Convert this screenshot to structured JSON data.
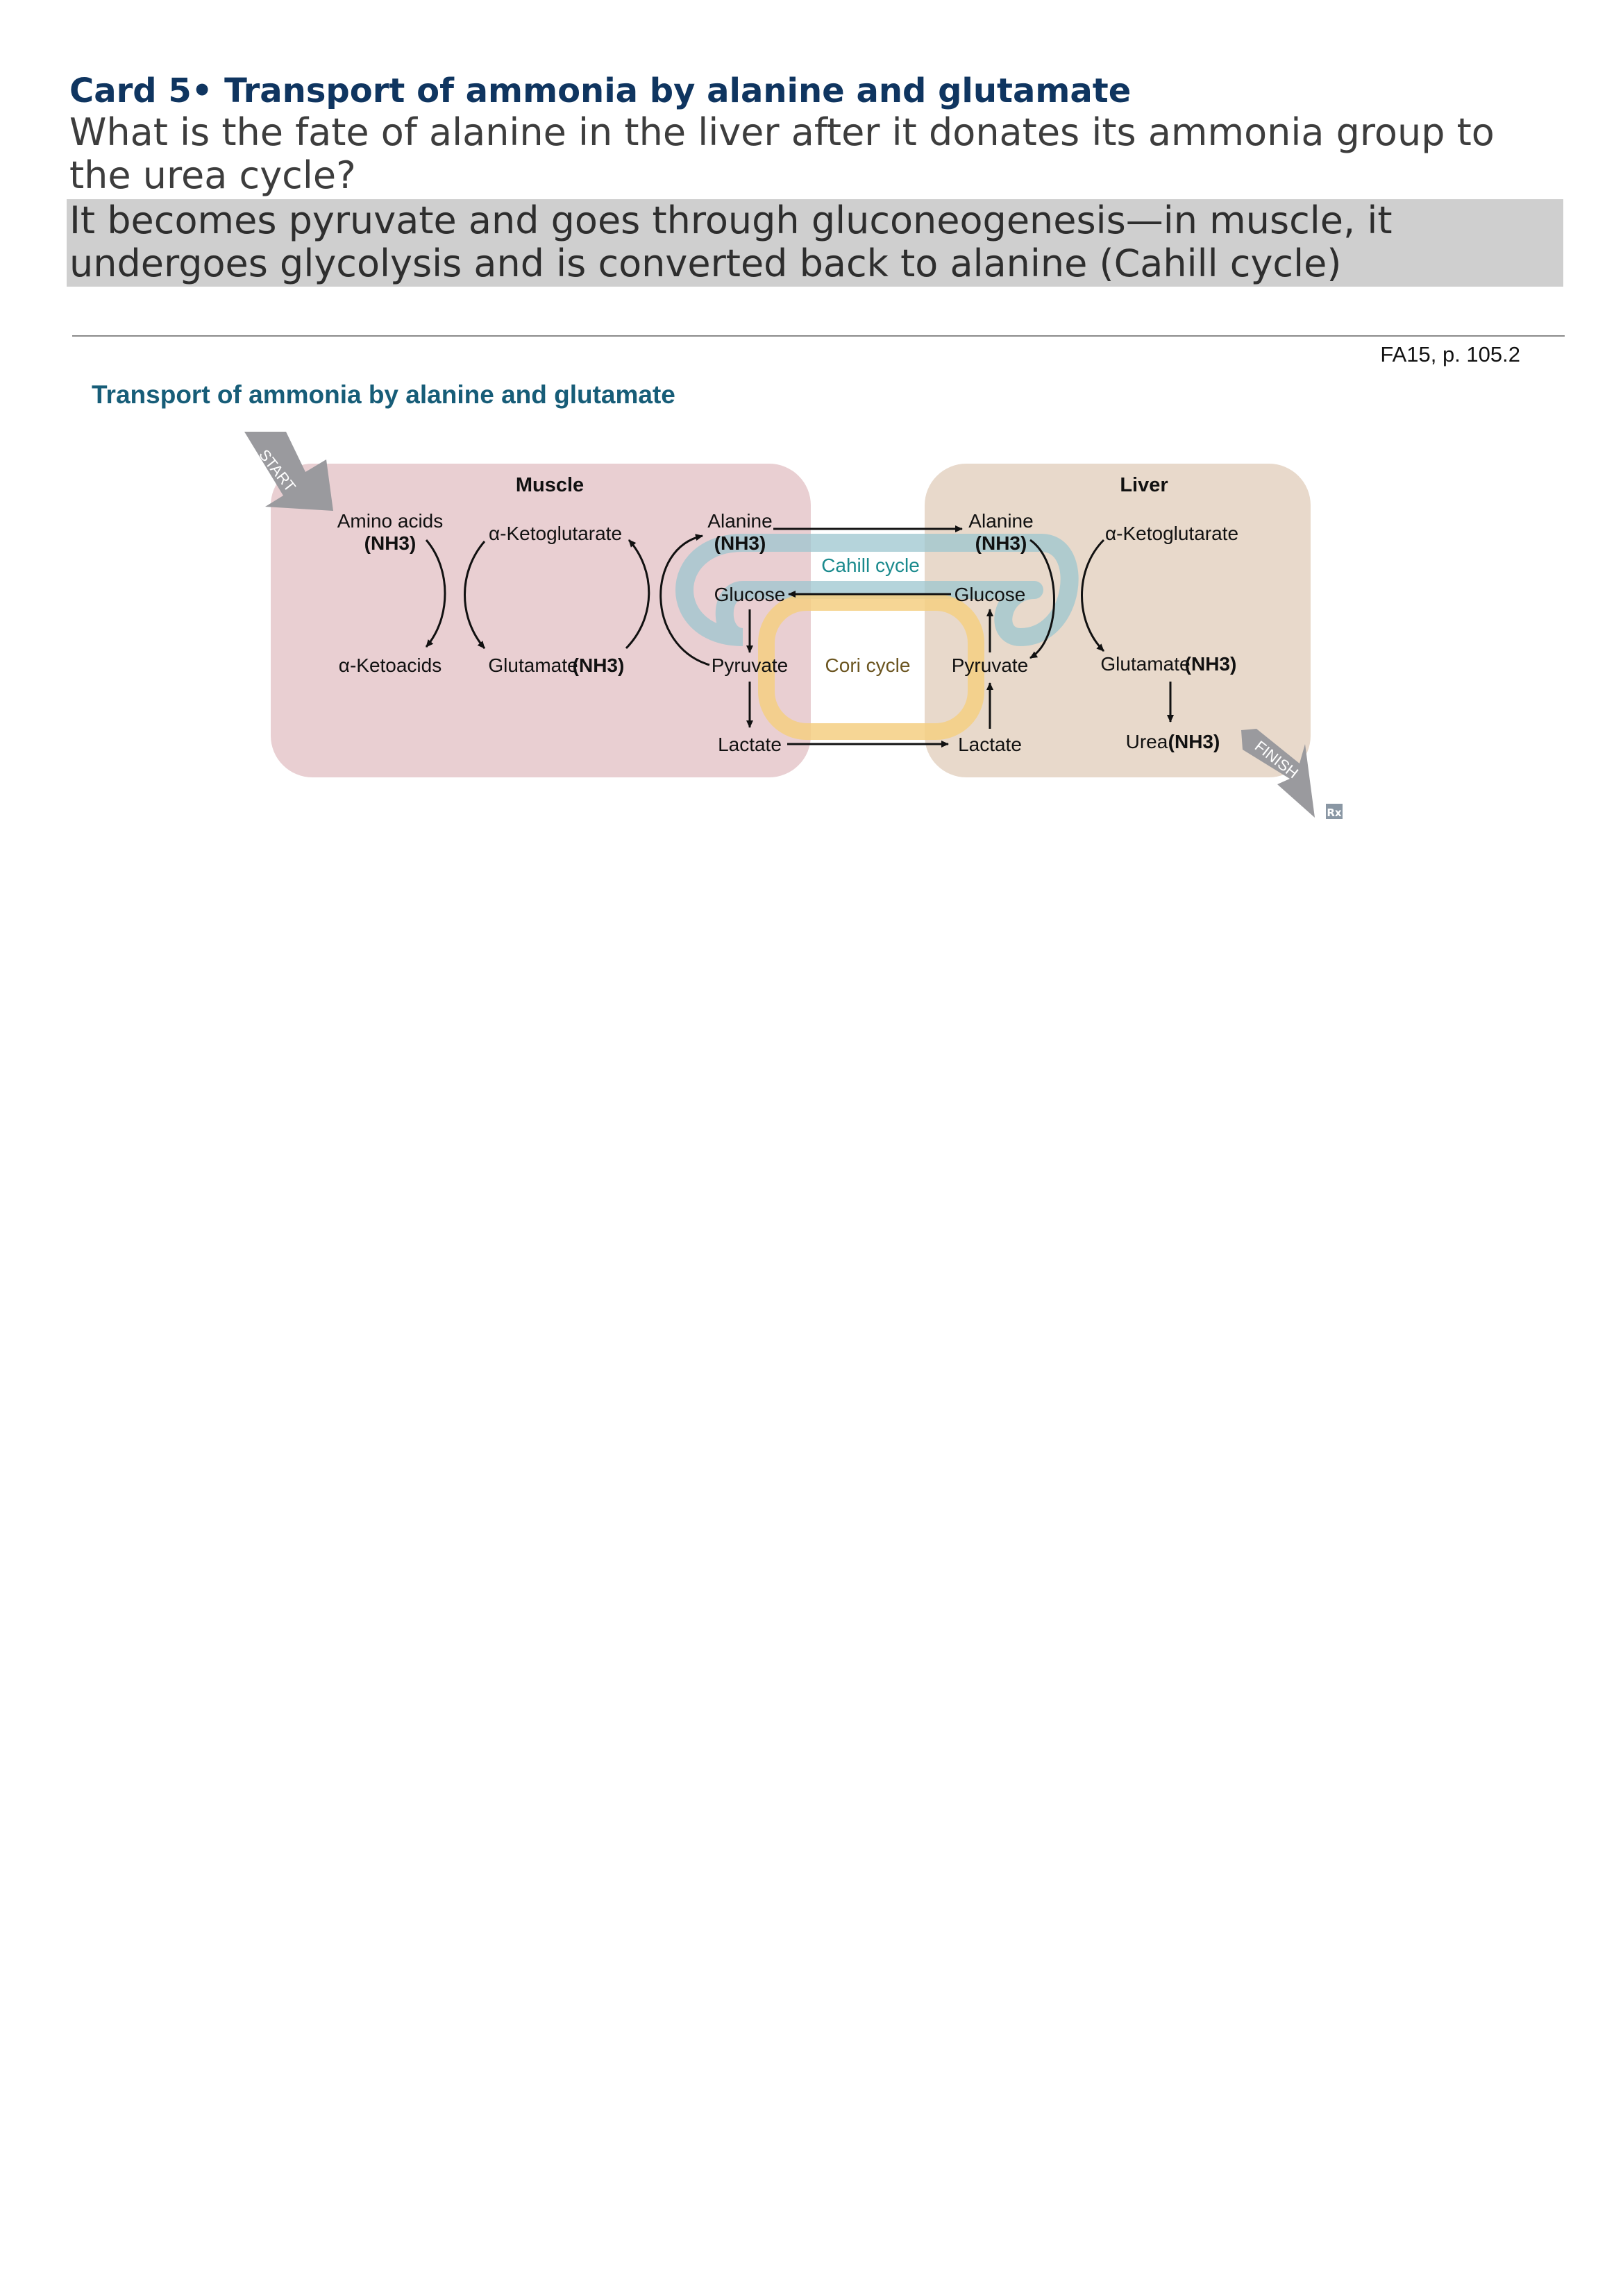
{
  "card": {
    "title": "Card 5• Transport of ammonia by alanine and glutamate",
    "question": "What is the fate of alanine in the liver after it donates its ammonia group to the urea cycle?",
    "answer": "It becomes pyruvate and goes through gluconeogenesis—in muscle, it undergoes glycolysis and is converted back to alanine (Cahill cycle)",
    "reference": "FA15, p. 105.2"
  },
  "figure": {
    "title": "Transport of ammonia by alanine and glutamate",
    "start_label": "START",
    "finish_label": "FINISH",
    "muscle": {
      "header": "Muscle",
      "amino_acids": "Amino acids",
      "amino_nh3": "(NH3)",
      "aketoglutarate": "α-Ketoglutarate",
      "aketoacids": "α-Ketoacids",
      "glutamate": "Glutamate",
      "glutamate_nh3": "(NH3)",
      "alanine": "Alanine",
      "alanine_nh3": "(NH3)",
      "glucose": "Glucose",
      "pyruvate": "Pyruvate",
      "lactate": "Lactate"
    },
    "liver": {
      "header": "Liver",
      "alanine": "Alanine",
      "alanine_nh3": "(NH3)",
      "aketoglutarate": "α-Ketoglutarate",
      "glucose": "Glucose",
      "pyruvate": "Pyruvate",
      "glutamate": "Glutamate",
      "glutamate_nh3": "(NH3)",
      "lactate": "Lactate",
      "urea": "Urea",
      "urea_nh3": "(NH3)"
    },
    "cahill_label": "Cahill cycle",
    "cori_label": "Cori cycle",
    "rx_label": "Rx",
    "colors": {
      "muscle_bg": "#e9cfd2",
      "liver_bg": "#e8d9cb",
      "cahill": "#9cc6cf",
      "cahill_text": "#1a8a8d",
      "cori": "#f5cf83",
      "cori_text": "#6b5520",
      "arrow_gray": "#9a9a9e"
    }
  }
}
